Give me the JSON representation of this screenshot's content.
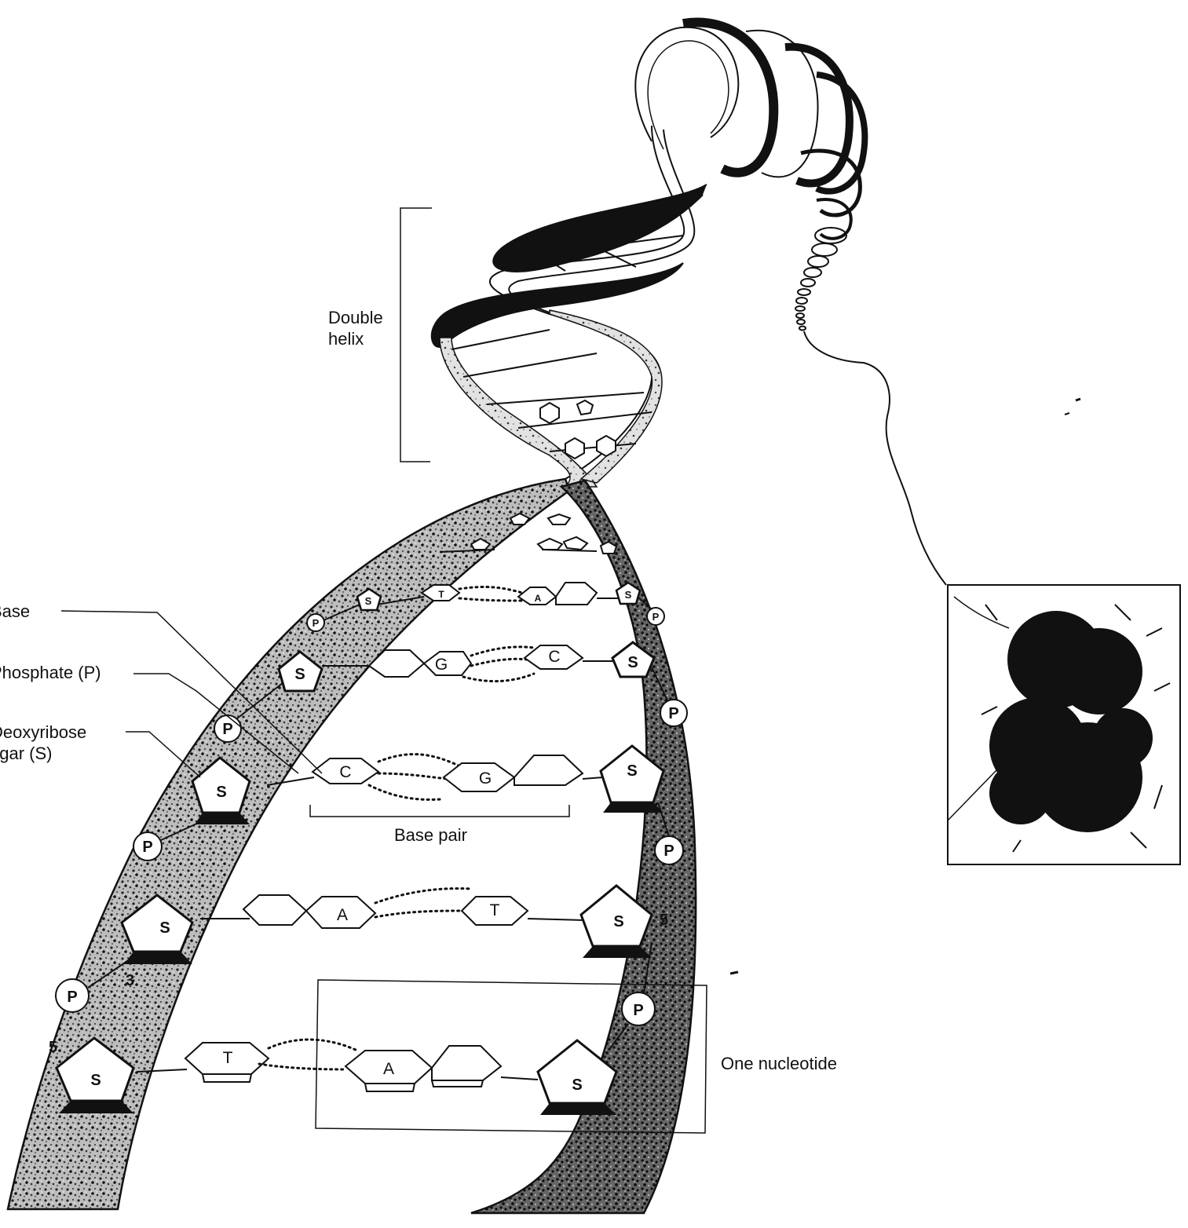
{
  "labels": {
    "double_helix": [
      "Double",
      "helix"
    ],
    "base": "Base",
    "phosphate": "Phosphate (P)",
    "deoxyribose": [
      "Deoxyribose",
      "sugar (S)"
    ],
    "base_pair": "Base pair",
    "one_nucleotide": "One nucleotide"
  },
  "nucleotide_symbols": {
    "phosphate": "P",
    "sugar": "S"
  },
  "bases": {
    "t1": "T",
    "a1": "A",
    "g1": "G",
    "c1": "C",
    "c2": "C",
    "g2": "G",
    "a3": "A",
    "t3": "T",
    "t4": "T",
    "a4": "A"
  },
  "primes": {
    "left_3": "3",
    "left_5": "5",
    "right_5": "5"
  }
}
